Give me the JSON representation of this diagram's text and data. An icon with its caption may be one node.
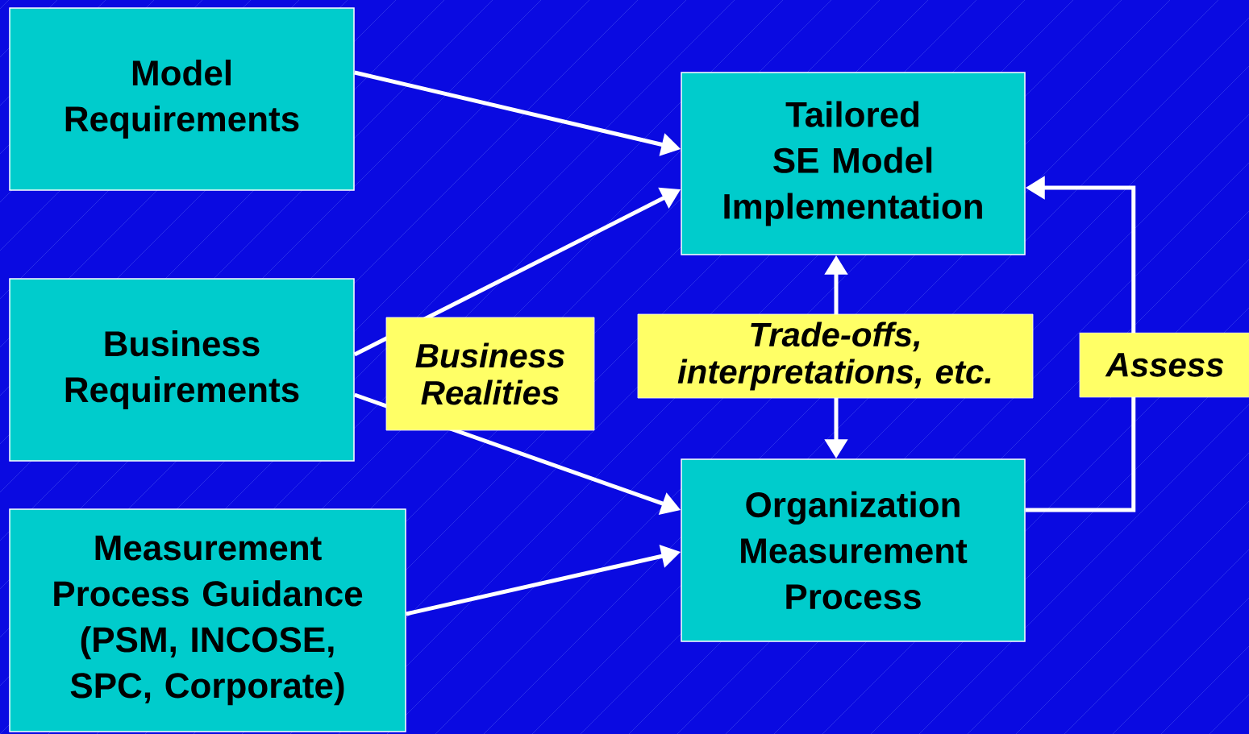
{
  "diagram": {
    "nodes": [
      {
        "text": [
          "Model Requirements"
        ]
      },
      {
        "text": [
          "Business Requirements"
        ]
      },
      {
        "text": [
          "Measurement Process Guidance (PSM, INCOSE, SPC, Corporate)"
        ]
      },
      {
        "text": [
          "Tailored SE Model Implementation"
        ]
      },
      {
        "text": [
          "Organization Measurement Process"
        ]
      }
    ],
    "edges": [
      {
        "from": 0,
        "to": 3,
        "arrow": "to"
      },
      {
        "from": 1,
        "to": 3,
        "arrow": "to",
        "label": "Business Realities"
      },
      {
        "from": 1,
        "to": 4,
        "arrow": "to"
      },
      {
        "from": 2,
        "to": 4,
        "arrow": "to"
      },
      {
        "from": 3,
        "to": 4,
        "arrow": "both",
        "label": "Trade-offs, interpretations, etc."
      },
      {
        "from": 4,
        "to": 3,
        "arrow": "to",
        "label": "Assess"
      }
    ]
  }
}
